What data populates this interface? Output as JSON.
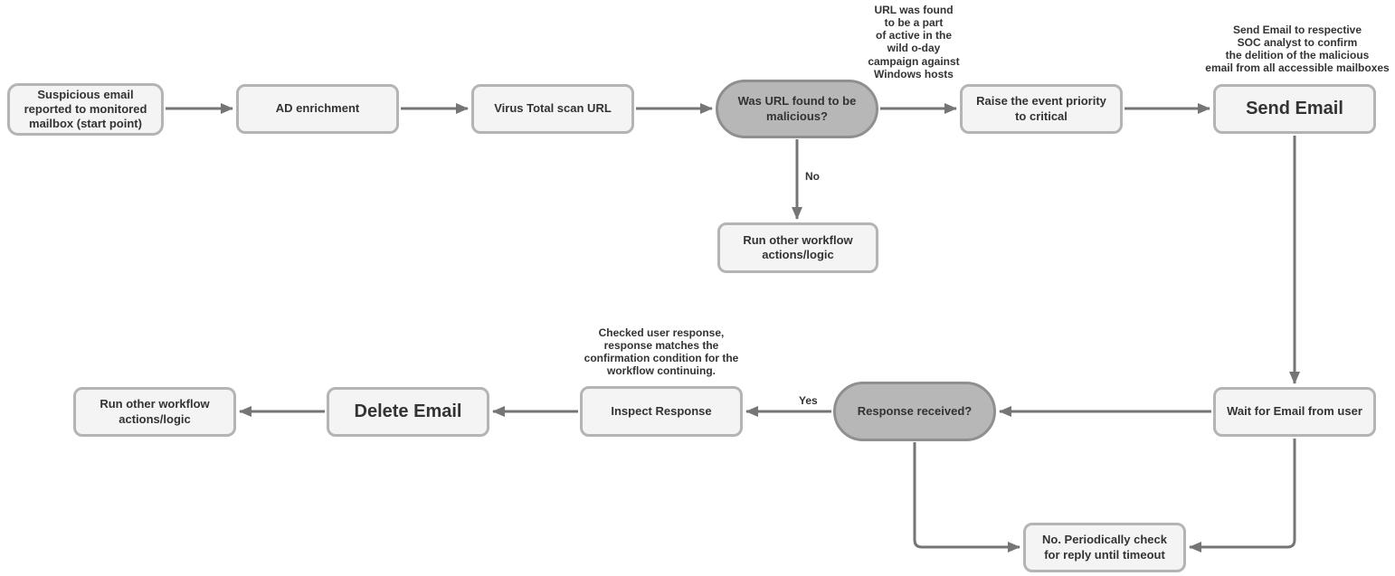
{
  "diagram": {
    "colors": {
      "process_fill": "#f4f4f4",
      "process_border": "#b4b4b4",
      "decision_fill": "#b7b7b7",
      "decision_border": "#8f8f8f",
      "arrow": "#757575",
      "text": "#333333"
    },
    "nodes": {
      "start": {
        "label": "Suspicious email reported to monitored mailbox (start point)",
        "type": "process"
      },
      "ad_enrichment": {
        "label": "AD enrichment",
        "type": "process"
      },
      "virus_total": {
        "label": "Virus Total scan URL",
        "type": "process"
      },
      "url_malicious": {
        "label": "Was URL found to be malicious?",
        "type": "decision"
      },
      "raise_priority": {
        "label": "Raise the event priority to critical",
        "type": "process"
      },
      "send_email": {
        "label": "Send Email",
        "type": "process"
      },
      "run_other_top": {
        "label": "Run other workflow actions/logic",
        "type": "process"
      },
      "run_other_bottom": {
        "label": "Run other workflow actions/logic",
        "type": "process"
      },
      "delete_email": {
        "label": "Delete Email",
        "type": "process"
      },
      "inspect_response": {
        "label": "Inspect Response",
        "type": "process"
      },
      "response_received": {
        "label": "Response received?",
        "type": "decision"
      },
      "wait_email": {
        "label": "Wait for Email from user",
        "type": "process"
      },
      "periodic_check": {
        "label": "No. Periodically check for reply until timeout",
        "type": "process"
      }
    },
    "edge_labels": {
      "no": "No",
      "yes": "Yes"
    },
    "annotations": {
      "zero_day": "URL was found\nto be a part\nof active in the\nwild o-day\ncampaign against\nWindows hosts",
      "send_email_note": "Send Email to respective\nSOC analyst to confirm\nthe delition of the malicious\nemail from all accessible mailboxes",
      "inspect_note": "Checked user response,\nresponse matches the\nconfirmation condition for the\nworkflow continuing."
    }
  }
}
